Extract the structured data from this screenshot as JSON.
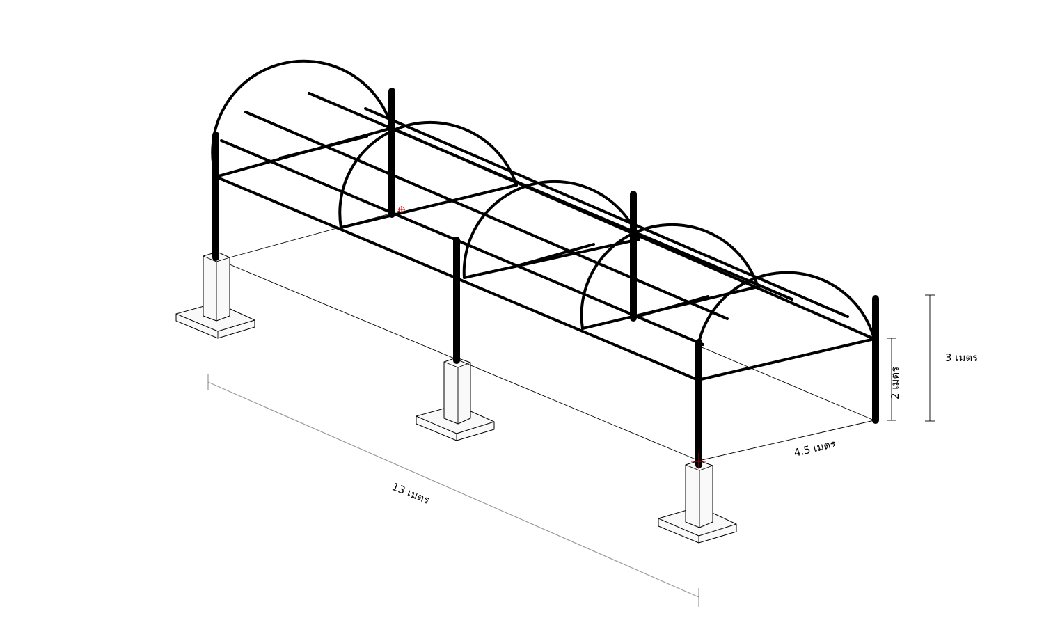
{
  "dimensions": {
    "length_label": "13 เมตร",
    "width_label": "4.5 เมตร",
    "wall_height_label": "2 เมตร",
    "total_height_label": "3 เมตร"
  },
  "colors": {
    "frame": "#000000",
    "guide": "#9a9a9a",
    "marker": "#d40000",
    "background": "#ffffff"
  }
}
